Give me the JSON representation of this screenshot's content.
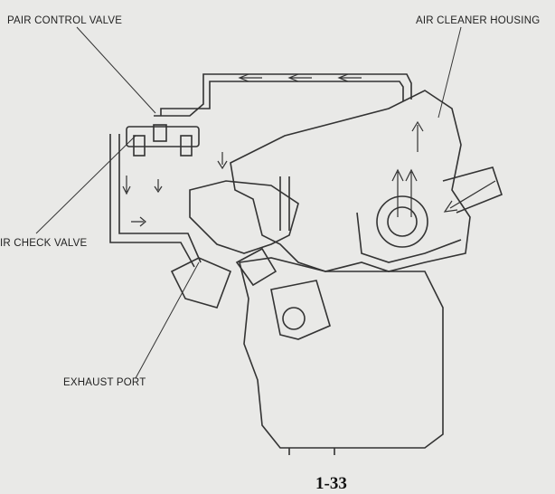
{
  "labels": {
    "pair_control_valve": "PAIR CONTROL VALVE",
    "air_cleaner_housing": "AIR CLEANER HOUSING",
    "air_check_valve": "IR CHECK VALVE",
    "exhaust_port": "EXHAUST PORT"
  },
  "page_number": "1-33"
}
